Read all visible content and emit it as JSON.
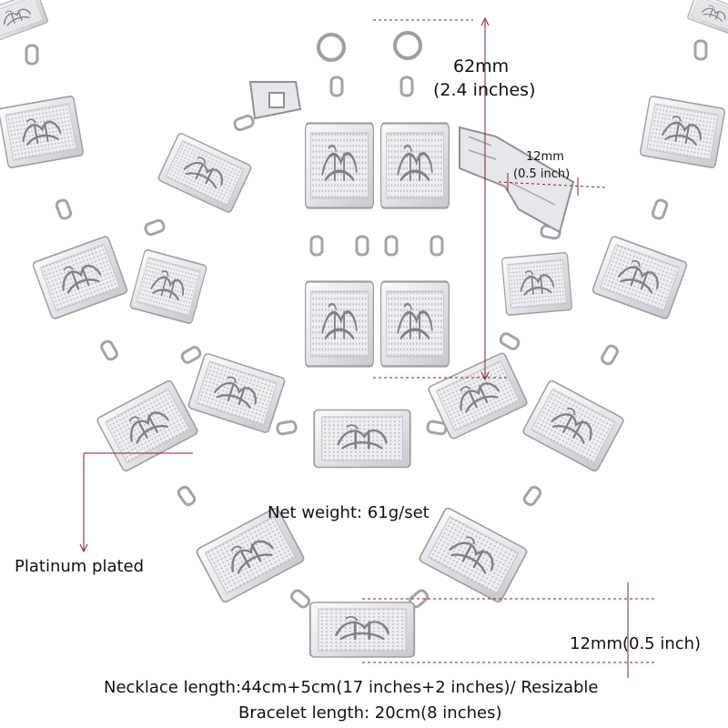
{
  "labels": {
    "earring_height": "62mm",
    "earring_height_in": "(2.4 inches)",
    "bracelet_width": "12mm",
    "bracelet_width_in": "(0.5 inch)",
    "weight": "Net weight: 61g/set",
    "plating": "Platinum  plated",
    "necklace_width": "12mm(0.5 inch)",
    "necklace_length": "Necklace length:44cm+5cm(17 inches+2 inches)/ Resizable",
    "bracelet_length": "Bracelet length: 20cm(8 inches)"
  },
  "colors": {
    "background": "#ffffff",
    "metal_light": "#f2f2f4",
    "metal_mid": "#d9dadd",
    "metal_dark": "#a9abb0",
    "dimension_line": "#8a1e2a",
    "text": "#111111"
  }
}
